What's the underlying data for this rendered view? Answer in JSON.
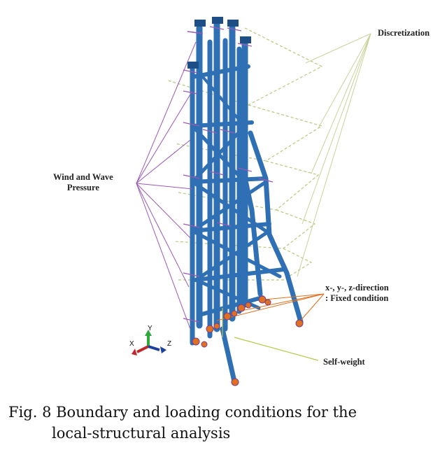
{
  "labels": {
    "discretization": "Discretization",
    "wind_wave_line1": "Wind and Wave",
    "wind_wave_line2": "Pressure",
    "fixed_line1": "x-, y-, z-direction",
    "fixed_line2": ": Fixed condition",
    "self_weight": "Self-weight"
  },
  "axes": {
    "x": "X",
    "y": "Y",
    "z": "Z"
  },
  "caption": {
    "line1": "Fig. 8 Boundary and loading conditions for the",
    "line2": "local-structural analysis"
  },
  "colors": {
    "member": "#2f6fb3",
    "member_dark": "#1d4f86",
    "pressure_arrow": "#9b59b6",
    "discretization_line": "#b5c97a",
    "fixed_support": "#e07020",
    "self_weight_arrow": "#b7c84a"
  }
}
